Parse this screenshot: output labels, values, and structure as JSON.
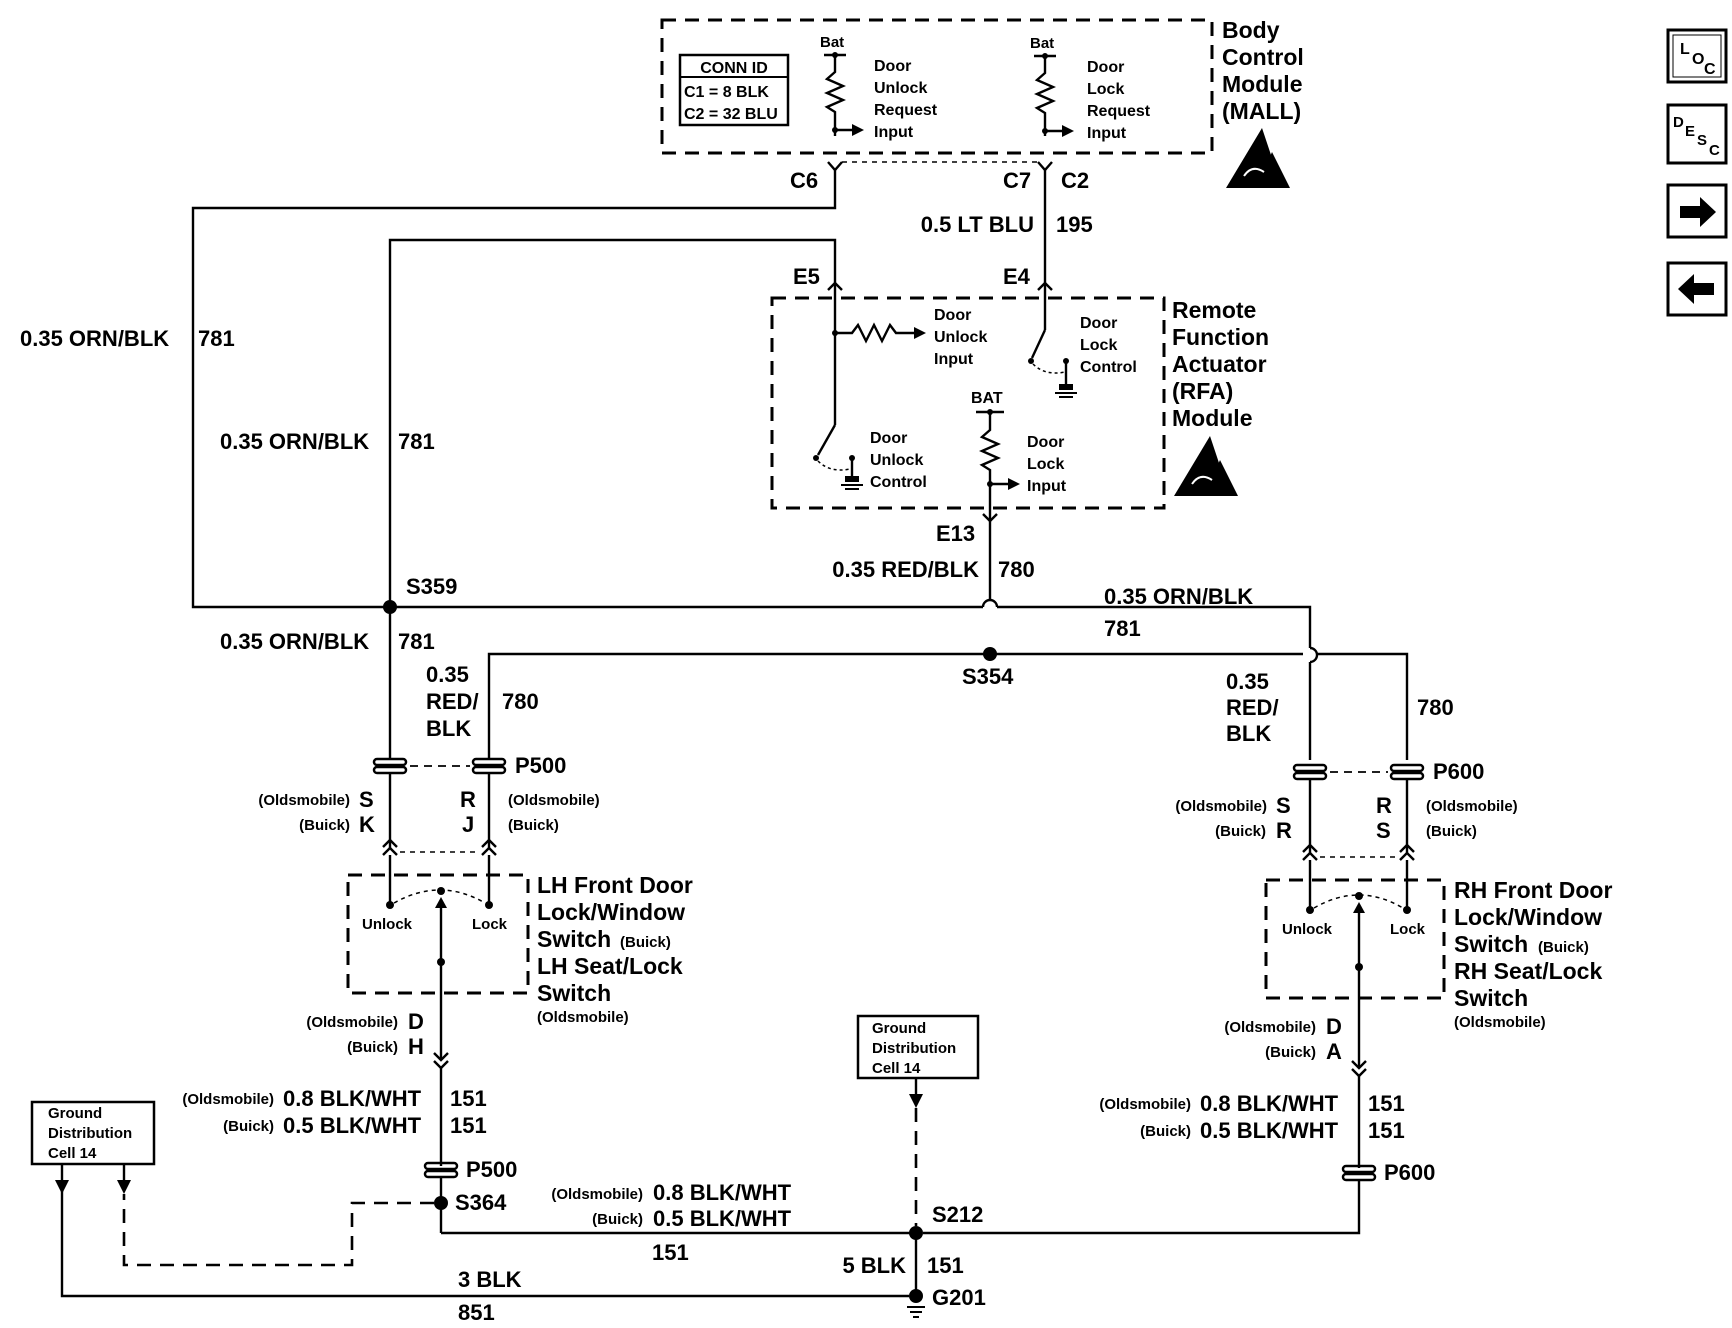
{
  "modules": {
    "bcm": {
      "lines": [
        "Body",
        "Control",
        "Module",
        "(MALL)"
      ]
    },
    "rfa": {
      "lines": [
        "Remote",
        "Function",
        "Actuator",
        "(RFA)",
        "Module"
      ]
    },
    "lh_switch": {
      "lines": [
        "LH Front Door",
        "Lock/Window",
        "Switch",
        "LH Seat/Lock",
        "Switch"
      ],
      "note1": "(Buick)",
      "note2": "(Oldsmobile)"
    },
    "rh_switch": {
      "lines": [
        "RH Front Door",
        "Lock/Window",
        "Switch",
        "RH Seat/Lock",
        "Switch"
      ],
      "note1": "(Buick)",
      "note2": "(Oldsmobile)"
    }
  },
  "conn_id": {
    "title": "CONN ID",
    "c1": "C1 = 8 BLK",
    "c2": "C2 = 32 BLU"
  },
  "bcm_inputs": {
    "bat": "Bat",
    "unlock": [
      "Door",
      "Unlock",
      "Request",
      "Input"
    ],
    "lock": [
      "Door",
      "Lock",
      "Request",
      "Input"
    ]
  },
  "rfa_parts": {
    "unlock_input": [
      "Door",
      "Unlock",
      "Input"
    ],
    "lock_control": [
      "Door",
      "Lock",
      "Control"
    ],
    "unlock_control": [
      "Door",
      "Unlock",
      "Control"
    ],
    "lock_input": [
      "Door",
      "Lock",
      "Input"
    ],
    "bat": "BAT"
  },
  "pins": {
    "c6": "C6",
    "c7": "C7",
    "c2": "C2",
    "e5": "E5",
    "e4": "E4",
    "e13": "E13"
  },
  "wires": {
    "w195_gauge": "0.5 LT BLU",
    "w195_circuit": "195",
    "w781_gauge": "0.35 ORN/BLK",
    "w781_circuit": "781",
    "w780_gauge": "0.35 RED/BLK",
    "w780_circuit": "780",
    "w780_stack": [
      "0.35",
      "RED/",
      "BLK"
    ],
    "w151_old": "0.8 BLK/WHT",
    "w151_buick": "0.5 BLK/WHT",
    "w151_circuit": "151",
    "w851_gauge": "3 BLK",
    "w851_circuit": "851",
    "w5blk": "5 BLK"
  },
  "splices": {
    "s359": "S359",
    "s354": "S354",
    "s364": "S364",
    "s212": "S212",
    "g201": "G201"
  },
  "connectors": {
    "p500": "P500",
    "p600": "P600"
  },
  "switch_labels": {
    "unlock": "Unlock",
    "lock": "Lock"
  },
  "makes": {
    "old": "(Oldsmobile)",
    "buick": "(Buick)"
  },
  "cavities": {
    "lh_unlock_old": "S",
    "lh_unlock_buick": "K",
    "lh_lock_old": "R",
    "lh_lock_buick": "J",
    "rh_unlock_old": "S",
    "rh_unlock_buick": "R",
    "rh_lock_old": "R",
    "rh_lock_buick": "S",
    "lh_gnd_old": "D",
    "lh_gnd_buick": "H",
    "rh_gnd_old": "D",
    "rh_gnd_buick": "A"
  },
  "ground_dist": [
    "Ground",
    "Distribution",
    "Cell 14"
  ],
  "nav": {
    "loc": {
      "a": "L",
      "b": "O",
      "c": "C"
    },
    "desc": {
      "a": "D",
      "b": "E",
      "c": "S",
      "d": "C"
    },
    "next": "➔",
    "prev": "←"
  }
}
